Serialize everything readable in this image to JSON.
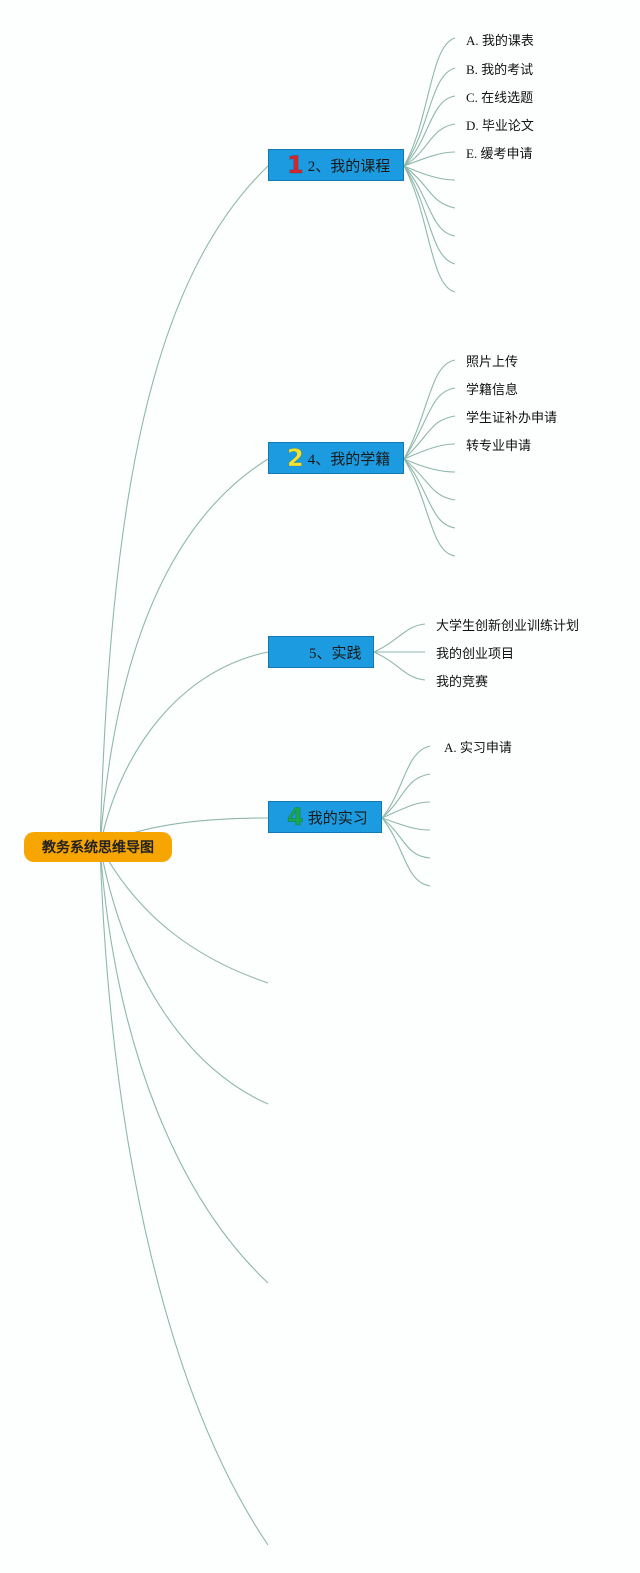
{
  "root": {
    "label": "教务系统思维导图",
    "color": "#f7a500"
  },
  "branches": [
    {
      "badge": "1",
      "badge_color": "#d8262b",
      "label": "2、我的课程",
      "children": [
        "A. 我的课表",
        "B. 我的考试",
        "C. 在线选题",
        "D. 毕业论文",
        "E. 缓考申请"
      ]
    },
    {
      "badge": "2",
      "badge_color": "#f2e232",
      "label": "4、我的学籍",
      "children": [
        "照片上传",
        "学籍信息",
        "学生证补办申请",
        "转专业申请"
      ]
    },
    {
      "badge": "",
      "badge_color": "",
      "label": "5、实践",
      "children": [
        "大学生创新创业训练计划",
        "我的创业项目",
        "我的竞赛"
      ]
    },
    {
      "badge": "4",
      "badge_color": "#1aa64a",
      "label": "我的实习",
      "children": [
        "A. 实习申请"
      ]
    }
  ],
  "colors": {
    "node_bg": "#1c9be0",
    "connector": "#8fb8a8"
  }
}
